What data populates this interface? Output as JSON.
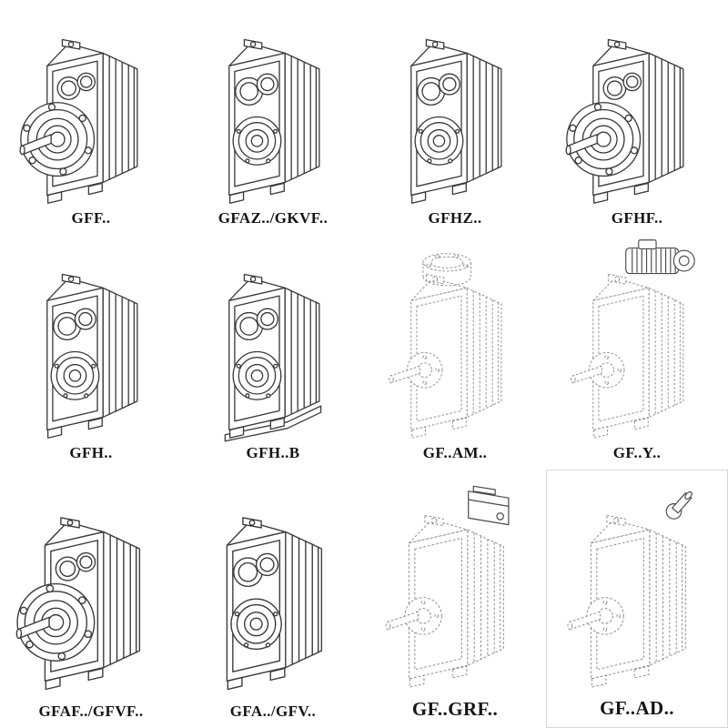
{
  "colors": {
    "background": "#ffffff",
    "line_solid": "#3a3a3a",
    "line_dashed": "#8f8f8f",
    "label_text": "#141414"
  },
  "catalog": {
    "items": [
      {
        "label": "GFF..",
        "symbol": "#gbx-solid-flange",
        "drawing": "gearbox-flange-output-icon"
      },
      {
        "label": "GFAZ../GKVF..",
        "symbol": "#gbx-solid-bores",
        "drawing": "gearbox-hollow-shaft-icon"
      },
      {
        "label": "GFHZ..",
        "symbol": "#gbx-solid-bores",
        "drawing": "gearbox-hollow-shaft-icon"
      },
      {
        "label": "GFHF..",
        "symbol": "#gbx-solid-flange",
        "drawing": "gearbox-flange-output-icon"
      },
      {
        "label": "GFH..",
        "symbol": "#gbx-solid-bores",
        "drawing": "gearbox-hollow-shaft-icon"
      },
      {
        "label": "GFH..B",
        "symbol": "#gbx-solid-bores-feet",
        "drawing": "gearbox-hollow-shaft-base-icon"
      },
      {
        "label": "GF..AM..",
        "symbol": "#gbx-dash-flange",
        "drawing": "gearbox-motor-flange-adapter-icon"
      },
      {
        "label": "GF..Y..",
        "symbol": "#gbx-dash-motor",
        "drawing": "gearbox-with-motor-icon"
      },
      {
        "label": "GFAF../GFVF..",
        "symbol": "#gbx-solid-flange",
        "drawing": "gearbox-flange-output-icon"
      },
      {
        "label": "GFA../GFV..",
        "symbol": "#gbx-solid-bores",
        "drawing": "gearbox-hollow-shaft-icon"
      },
      {
        "label": "GF..GRF..",
        "symbol": "#gbx-dash-adapter",
        "drawing": "gearbox-adapter-housing-icon"
      },
      {
        "label": "GF..AD..",
        "symbol": "#gbx-dash-shaft",
        "drawing": "gearbox-input-shaft-adapter-icon"
      }
    ]
  }
}
